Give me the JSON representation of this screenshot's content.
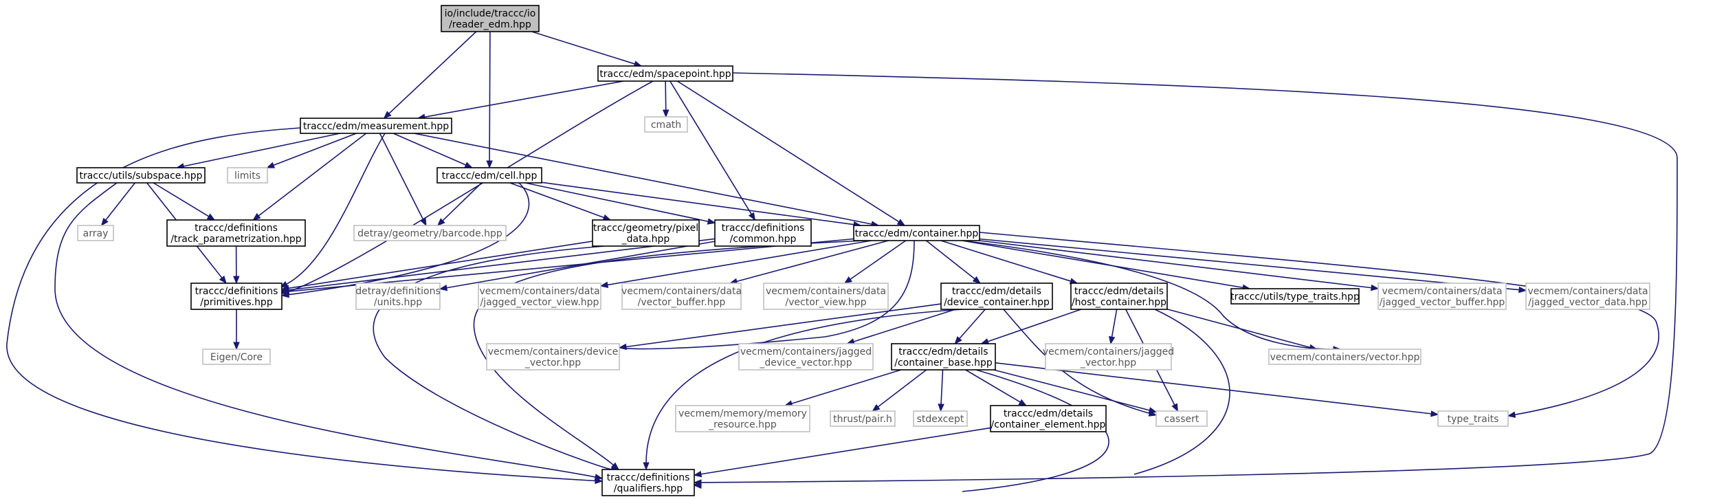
{
  "diagram": {
    "title": "",
    "colors": {
      "edge": "#191970",
      "root_fill": "#bfbfbf",
      "node_border": "#000000",
      "system_border": "#bfbfbf",
      "system_text": "#555555"
    },
    "nodes": [
      {
        "id": "reader",
        "kind": "root",
        "lines": [
          "io/include/traccc/io",
          "/reader_edm.hpp"
        ]
      },
      {
        "id": "spacepoint",
        "kind": "doc",
        "lines": [
          "traccc/edm/spacepoint.hpp"
        ]
      },
      {
        "id": "measurement",
        "kind": "doc",
        "lines": [
          "traccc/edm/measurement.hpp"
        ]
      },
      {
        "id": "cmath",
        "kind": "sys",
        "lines": [
          "cmath"
        ]
      },
      {
        "id": "subspace",
        "kind": "doc",
        "lines": [
          "traccc/utils/subspace.hpp"
        ]
      },
      {
        "id": "limits",
        "kind": "sys",
        "lines": [
          "limits"
        ]
      },
      {
        "id": "cell",
        "kind": "doc",
        "lines": [
          "traccc/edm/cell.hpp"
        ]
      },
      {
        "id": "array",
        "kind": "sys",
        "lines": [
          "array"
        ]
      },
      {
        "id": "trackparam",
        "kind": "doc",
        "lines": [
          "traccc/definitions",
          "/track_parametrization.hpp"
        ]
      },
      {
        "id": "barcode",
        "kind": "sys",
        "lines": [
          "detray/geometry/barcode.hpp"
        ]
      },
      {
        "id": "pixeldata",
        "kind": "doc",
        "lines": [
          "traccc/geometry/pixel",
          "_data.hpp"
        ]
      },
      {
        "id": "common",
        "kind": "doc",
        "lines": [
          "traccc/definitions",
          "/common.hpp"
        ]
      },
      {
        "id": "container",
        "kind": "doc",
        "lines": [
          "traccc/edm/container.hpp"
        ]
      },
      {
        "id": "primitives",
        "kind": "doc",
        "lines": [
          "traccc/definitions",
          "/primitives.hpp"
        ]
      },
      {
        "id": "units",
        "kind": "sys",
        "lines": [
          "detray/definitions",
          "/units.hpp"
        ]
      },
      {
        "id": "jvview",
        "kind": "sys",
        "lines": [
          "vecmem/containers/data",
          "/jagged_vector_view.hpp"
        ]
      },
      {
        "id": "vbuffer",
        "kind": "sys",
        "lines": [
          "vecmem/containers/data",
          "/vector_buffer.hpp"
        ]
      },
      {
        "id": "vview",
        "kind": "sys",
        "lines": [
          "vecmem/containers/data",
          "/vector_view.hpp"
        ]
      },
      {
        "id": "devcont",
        "kind": "doc",
        "lines": [
          "traccc/edm/details",
          "/device_container.hpp"
        ]
      },
      {
        "id": "hostcont",
        "kind": "doc",
        "lines": [
          "traccc/edm/details",
          "/host_container.hpp"
        ]
      },
      {
        "id": "typetraitsh",
        "kind": "doc",
        "lines": [
          "traccc/utils/type_traits.hpp"
        ]
      },
      {
        "id": "jvbuffer",
        "kind": "sys",
        "lines": [
          "vecmem/containers/data",
          "/jagged_vector_buffer.hpp"
        ]
      },
      {
        "id": "jvdata",
        "kind": "sys",
        "lines": [
          "vecmem/containers/data",
          "/jagged_vector_data.hpp"
        ]
      },
      {
        "id": "eigen",
        "kind": "sys",
        "lines": [
          "Eigen/Core"
        ]
      },
      {
        "id": "devvec",
        "kind": "sys",
        "lines": [
          "vecmem/containers/device",
          "_vector.hpp"
        ]
      },
      {
        "id": "jdevvec",
        "kind": "sys",
        "lines": [
          "vecmem/containers/jagged",
          "_device_vector.hpp"
        ]
      },
      {
        "id": "contbase",
        "kind": "doc",
        "lines": [
          "traccc/edm/details",
          "/container_base.hpp"
        ]
      },
      {
        "id": "jvec",
        "kind": "sys",
        "lines": [
          "vecmem/containers/jagged",
          "_vector.hpp"
        ]
      },
      {
        "id": "vec",
        "kind": "sys",
        "lines": [
          "vecmem/containers/vector.hpp"
        ]
      },
      {
        "id": "memres",
        "kind": "sys",
        "lines": [
          "vecmem/memory/memory",
          "_resource.hpp"
        ]
      },
      {
        "id": "pair",
        "kind": "sys",
        "lines": [
          "thrust/pair.h"
        ]
      },
      {
        "id": "stdexcept",
        "kind": "sys",
        "lines": [
          "stdexcept"
        ]
      },
      {
        "id": "contelem",
        "kind": "doc",
        "lines": [
          "traccc/edm/details",
          "/container_element.hpp"
        ]
      },
      {
        "id": "cassert",
        "kind": "sys",
        "lines": [
          "cassert"
        ]
      },
      {
        "id": "typetraits",
        "kind": "sys",
        "lines": [
          "type_traits"
        ]
      },
      {
        "id": "qualifiers",
        "kind": "doc",
        "lines": [
          "traccc/definitions",
          "/qualifiers.hpp"
        ]
      }
    ],
    "edges": [
      {
        "from": "reader",
        "to": "measurement"
      },
      {
        "from": "reader",
        "to": "cell"
      },
      {
        "from": "reader",
        "to": "spacepoint"
      },
      {
        "from": "spacepoint",
        "to": "measurement"
      },
      {
        "from": "spacepoint",
        "to": "cmath"
      },
      {
        "from": "spacepoint",
        "to": "primitives"
      },
      {
        "from": "spacepoint",
        "to": "common"
      },
      {
        "from": "spacepoint",
        "to": "container"
      },
      {
        "from": "spacepoint",
        "to": "qualifiers"
      },
      {
        "from": "measurement",
        "to": "subspace"
      },
      {
        "from": "measurement",
        "to": "limits"
      },
      {
        "from": "measurement",
        "to": "cell"
      },
      {
        "from": "measurement",
        "to": "trackparam"
      },
      {
        "from": "measurement",
        "to": "barcode"
      },
      {
        "from": "measurement",
        "to": "primitives"
      },
      {
        "from": "measurement",
        "to": "container"
      },
      {
        "from": "measurement",
        "to": "qualifiers"
      },
      {
        "from": "subspace",
        "to": "array"
      },
      {
        "from": "subspace",
        "to": "trackparam"
      },
      {
        "from": "subspace",
        "to": "primitives"
      },
      {
        "from": "subspace",
        "to": "qualifiers"
      },
      {
        "from": "cell",
        "to": "barcode"
      },
      {
        "from": "cell",
        "to": "pixeldata"
      },
      {
        "from": "cell",
        "to": "common"
      },
      {
        "from": "cell",
        "to": "container"
      },
      {
        "from": "cell",
        "to": "primitives"
      },
      {
        "from": "trackparam",
        "to": "primitives"
      },
      {
        "from": "pixeldata",
        "to": "primitives"
      },
      {
        "from": "pixeldata",
        "to": "qualifiers"
      },
      {
        "from": "common",
        "to": "primitives"
      },
      {
        "from": "common",
        "to": "units"
      },
      {
        "from": "container",
        "to": "primitives"
      },
      {
        "from": "container",
        "to": "jvview"
      },
      {
        "from": "container",
        "to": "vbuffer"
      },
      {
        "from": "container",
        "to": "vview"
      },
      {
        "from": "container",
        "to": "devcont"
      },
      {
        "from": "container",
        "to": "hostcont"
      },
      {
        "from": "container",
        "to": "typetraitsh"
      },
      {
        "from": "container",
        "to": "jvbuffer"
      },
      {
        "from": "container",
        "to": "jvdata"
      },
      {
        "from": "container",
        "to": "devvec"
      },
      {
        "from": "container",
        "to": "vec"
      },
      {
        "from": "container",
        "to": "typetraits"
      },
      {
        "from": "container",
        "to": "qualifiers"
      },
      {
        "from": "primitives",
        "to": "eigen"
      },
      {
        "from": "devcont",
        "to": "devvec"
      },
      {
        "from": "devcont",
        "to": "jdevvec"
      },
      {
        "from": "devcont",
        "to": "contbase"
      },
      {
        "from": "devcont",
        "to": "cassert"
      },
      {
        "from": "devcont",
        "to": "qualifiers"
      },
      {
        "from": "hostcont",
        "to": "contbase"
      },
      {
        "from": "hostcont",
        "to": "jvec"
      },
      {
        "from": "hostcont",
        "to": "vec"
      },
      {
        "from": "hostcont",
        "to": "cassert"
      },
      {
        "from": "hostcont",
        "to": "qualifiers"
      },
      {
        "from": "contbase",
        "to": "memres"
      },
      {
        "from": "contbase",
        "to": "pair"
      },
      {
        "from": "contbase",
        "to": "stdexcept"
      },
      {
        "from": "contbase",
        "to": "contelem"
      },
      {
        "from": "contbase",
        "to": "cassert"
      },
      {
        "from": "contbase",
        "to": "typetraits"
      },
      {
        "from": "contbase",
        "to": "qualifiers"
      },
      {
        "from": "contelem",
        "to": "qualifiers"
      }
    ]
  }
}
